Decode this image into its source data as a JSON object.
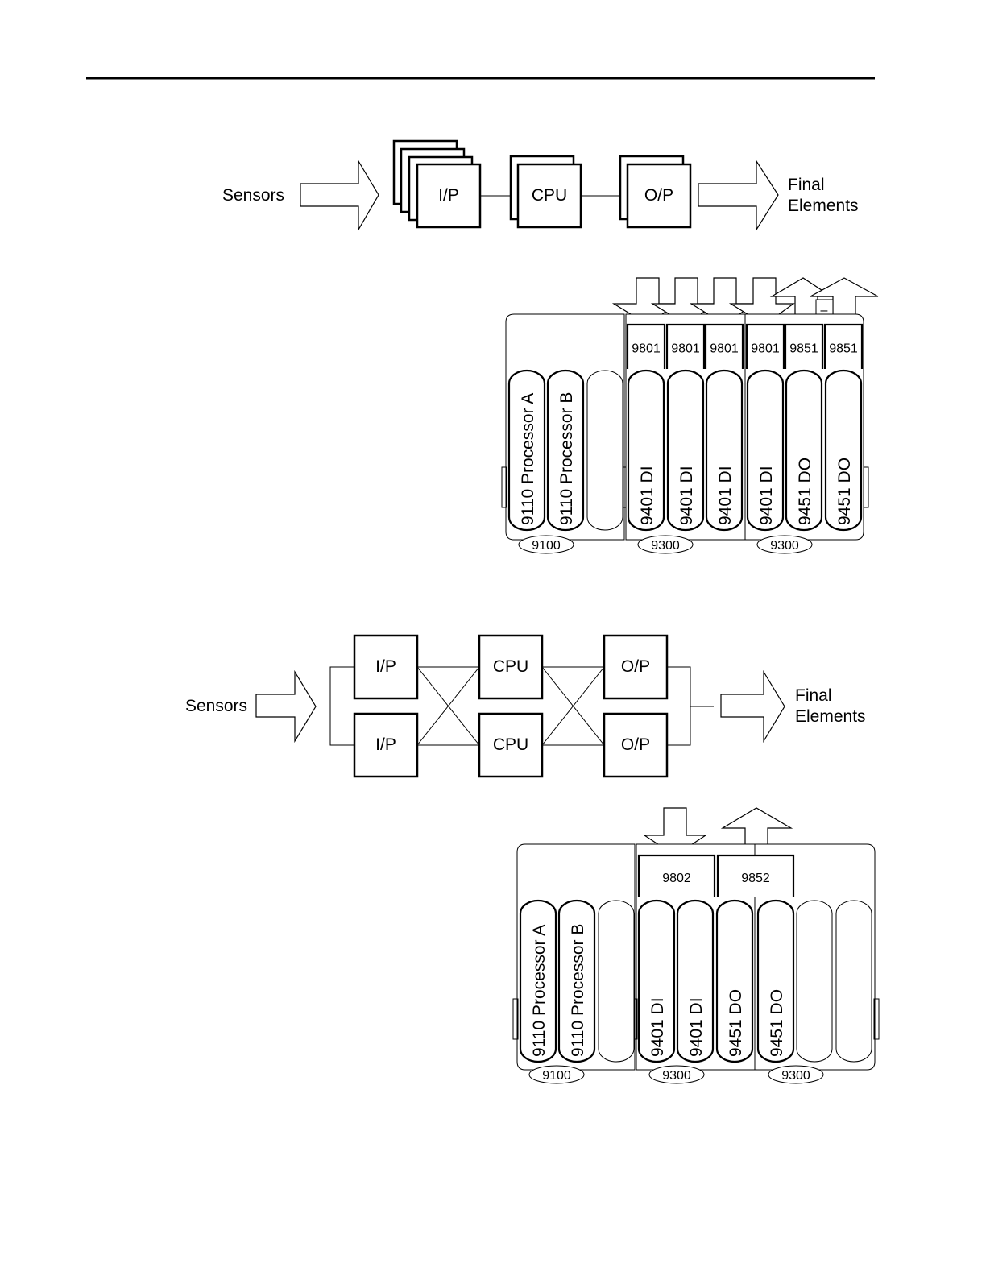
{
  "diagram1": {
    "sensors_label": "Sensors",
    "final_line1": "Final",
    "final_line2": "Elements",
    "input_label": "I/P",
    "cpu_label": "CPU",
    "output_label": "O/P"
  },
  "chassis1": {
    "slots": [
      "9110 Processor A",
      "9110 Processor B",
      "",
      "9401 DI",
      "9401 DI",
      "9401 DI",
      "9401 DI",
      "9451 DO",
      "9451 DO"
    ],
    "terminations": [
      "9801",
      "9801",
      "9801",
      "9801",
      "9851",
      "9851"
    ],
    "chassis_labels": [
      "9100",
      "9300",
      "9300"
    ],
    "minus_sign": "–"
  },
  "diagram2": {
    "sensors_label": "Sensors",
    "final_line1": "Final",
    "final_line2": "Elements",
    "input_top": "I/P",
    "input_bottom": "I/P",
    "cpu_top": "CPU",
    "cpu_bottom": "CPU",
    "output_top": "O/P",
    "output_bottom": "O/P"
  },
  "chassis2": {
    "slots": [
      "9110 Processor A",
      "9110 Processor B",
      "",
      "9401 DI",
      "9401 DI",
      "9451 DO",
      "9451 DO",
      "",
      ""
    ],
    "terminations": [
      "9802",
      "9852"
    ],
    "chassis_labels": [
      "9100",
      "9300",
      "9300"
    ]
  }
}
